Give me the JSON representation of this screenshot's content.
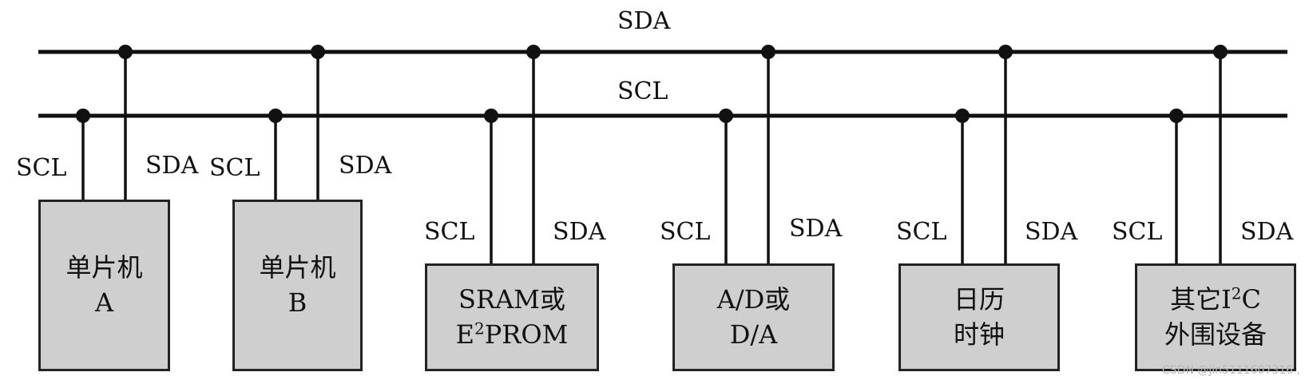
{
  "bus": {
    "sda_label": "SDA",
    "scl_label": "SCL"
  },
  "pin": {
    "scl": "SCL",
    "sda": "SDA"
  },
  "devices": [
    {
      "id": "mcu-a",
      "line1": "单片机",
      "line2": "A"
    },
    {
      "id": "mcu-b",
      "line1": "单片机",
      "line2": "B"
    },
    {
      "id": "memory",
      "line1": "SRAM或",
      "line2_pre": "E",
      "line2_sup": "2",
      "line2_post": "PROM"
    },
    {
      "id": "adc-dac",
      "line1": "A/D或",
      "line2": "D/A"
    },
    {
      "id": "calendar-clock",
      "line1": "日历",
      "line2": "时钟"
    },
    {
      "id": "other-peripheral",
      "line1_pre": "其它I",
      "line1_sup": "2",
      "line1_post": "C",
      "line2": "外围设备"
    }
  ],
  "watermark": "CSDN @jin5111607316 ,"
}
